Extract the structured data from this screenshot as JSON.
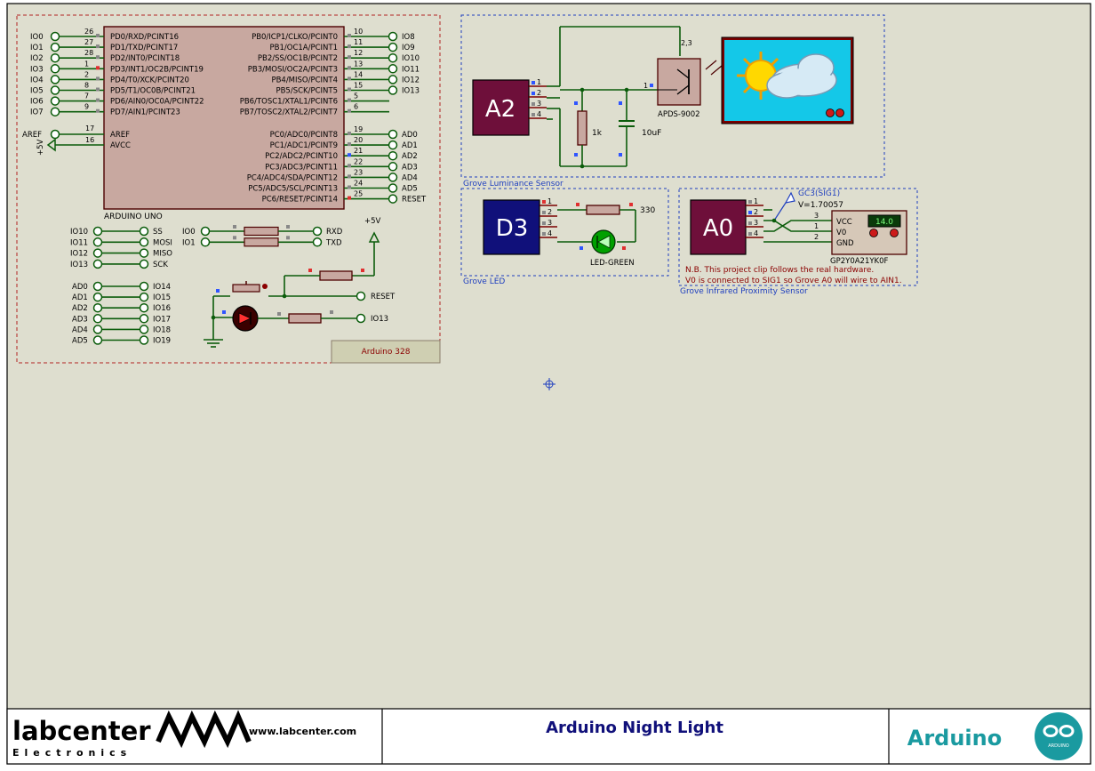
{
  "title_block": {
    "logo_text": "labcenter",
    "logo_sub": "Electronics",
    "url": "www.labcenter.com",
    "title": "Arduino Night Light",
    "brand": "Arduino",
    "brand_logo_text": "ARDUINO"
  },
  "arduino": {
    "name": "ARDUINO UNO",
    "board_label": "Arduino 328",
    "left_pins": [
      {
        "net": "IO0",
        "num": "26",
        "pin": "PD0/RXD/PCINT16"
      },
      {
        "net": "IO1",
        "num": "27",
        "pin": "PD1/TXD/PCINT17"
      },
      {
        "net": "IO2",
        "num": "28",
        "pin": "PD2/INT0/PCINT18"
      },
      {
        "net": "IO3",
        "num": "1",
        "pin": "PD3/INT1/OC2B/PCINT19"
      },
      {
        "net": "IO4",
        "num": "2",
        "pin": "PD4/T0/XCK/PCINT20"
      },
      {
        "net": "IO5",
        "num": "8",
        "pin": "PD5/T1/OC0B/PCINT21"
      },
      {
        "net": "IO6",
        "num": "7",
        "pin": "PD6/AIN0/OC0A/PCINT22"
      },
      {
        "net": "IO7",
        "num": "9",
        "pin": "PD7/AIN1/PCINT23"
      }
    ],
    "aref": {
      "net": "AREF",
      "num": "17",
      "pin": "AREF"
    },
    "avcc": {
      "net": "+5V",
      "num": "16",
      "pin": "AVCC"
    },
    "right_pins": [
      {
        "net": "IO8",
        "num": "10",
        "pin": "PB0/ICP1/CLKO/PCINT0"
      },
      {
        "net": "IO9",
        "num": "11",
        "pin": "PB1/OC1A/PCINT1"
      },
      {
        "net": "IO10",
        "num": "12",
        "pin": "PB2/SS/OC1B/PCINT2"
      },
      {
        "net": "IO11",
        "num": "13",
        "pin": "PB3/MOSI/OC2A/PCINT3"
      },
      {
        "net": "IO12",
        "num": "14",
        "pin": "PB4/MISO/PCINT4"
      },
      {
        "net": "IO13",
        "num": "15",
        "pin": "PB5/SCK/PCINT5"
      },
      {
        "net": "",
        "num": "5",
        "pin": "PB6/TOSC1/XTAL1/PCINT6"
      },
      {
        "net": "",
        "num": "6",
        "pin": "PB7/TOSC2/XTAL2/PCINT7"
      }
    ],
    "right_pins2": [
      {
        "net": "AD0",
        "num": "19",
        "pin": "PC0/ADC0/PCINT8"
      },
      {
        "net": "AD1",
        "num": "20",
        "pin": "PC1/ADC1/PCINT9"
      },
      {
        "net": "AD2",
        "num": "21",
        "pin": "PC2/ADC2/PCINT10"
      },
      {
        "net": "AD3",
        "num": "22",
        "pin": "PC3/ADC3/PCINT11"
      },
      {
        "net": "AD4",
        "num": "23",
        "pin": "PC4/ADC4/SDA/PCINT12"
      },
      {
        "net": "AD5",
        "num": "24",
        "pin": "PC5/ADC5/SCL/PCINT13"
      },
      {
        "net": "RESET",
        "num": "25",
        "pin": "PC6/RESET/PCINT14"
      }
    ],
    "spi": [
      {
        "a": "IO10",
        "b": "SS"
      },
      {
        "a": "IO11",
        "b": "MOSI"
      },
      {
        "a": "IO12",
        "b": "MISO"
      },
      {
        "a": "IO13",
        "b": "SCK"
      }
    ],
    "uart": [
      {
        "a": "IO0",
        "b": "RXD"
      },
      {
        "a": "IO1",
        "b": "TXD"
      }
    ],
    "analog_io": [
      {
        "a": "AD0",
        "b": "IO14"
      },
      {
        "a": "AD1",
        "b": "IO15"
      },
      {
        "a": "AD2",
        "b": "IO16"
      },
      {
        "a": "AD3",
        "b": "IO17"
      },
      {
        "a": "AD4",
        "b": "IO18"
      },
      {
        "a": "AD5",
        "b": "IO19"
      }
    ],
    "vcc_label": "+5V",
    "reset_label": "RESET",
    "io13_label": "IO13"
  },
  "luminance": {
    "module": "A2",
    "pins": [
      "1",
      "2",
      "3",
      "4"
    ],
    "sensor": "APDS-9002",
    "sensor_pin": "1",
    "sensor_pin_top": "2,3",
    "resistor": "1k",
    "capacitor": "10uF",
    "caption": "Grove Luminance Sensor"
  },
  "led": {
    "module": "D3",
    "pins": [
      "1",
      "2",
      "3",
      "4"
    ],
    "resistor": "330",
    "led_name": "LED-GREEN",
    "caption": "Grove LED"
  },
  "ir": {
    "module": "A0",
    "pins": [
      "1",
      "2",
      "3",
      "4"
    ],
    "probe": "GC3(SIG1)",
    "voltage": "V=1.70057",
    "part": "GP2Y0A21YK0F",
    "sensor_pins": [
      {
        "num": "3",
        "name": "VCC"
      },
      {
        "num": "1",
        "name": "V0"
      },
      {
        "num": "2",
        "name": "GND"
      }
    ],
    "display": "14.0",
    "note1": "N.B. This project clip follows the real hardware.",
    "note2": "V0  is connected to SIG1 so Grove A0 will wire to AIN1.",
    "caption": "Grove Infrared Proximity Sensor"
  }
}
